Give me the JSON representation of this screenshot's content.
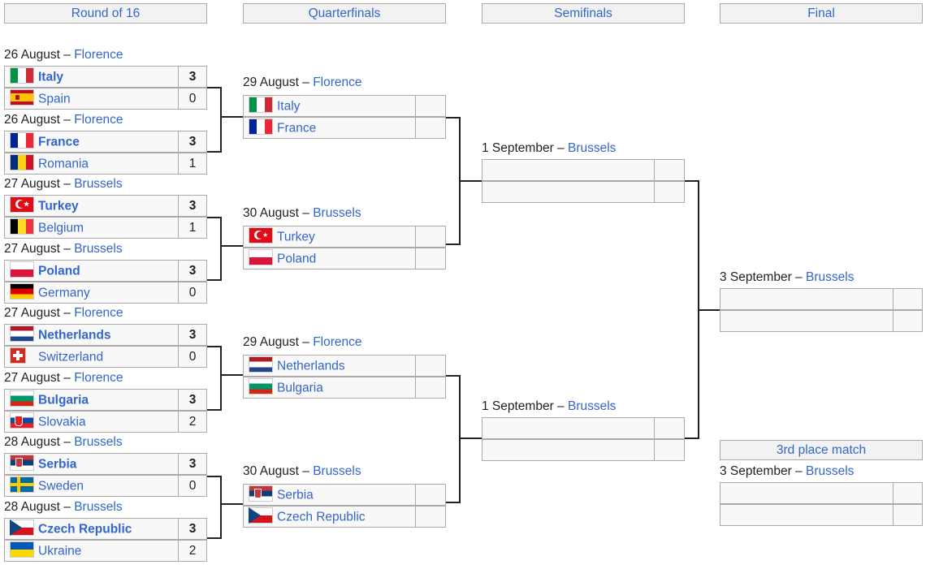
{
  "headers": [
    "Round of 16",
    "Quarterfinals",
    "Semifinals",
    "Final",
    "3rd place match"
  ],
  "round_of_16": [
    {
      "date": "26 August – ",
      "venue": "Florence",
      "teams": [
        {
          "flag": "italy-flag",
          "name": "Italy",
          "score": "3"
        },
        {
          "flag": "spain-flag",
          "name": "Spain",
          "score": "0"
        }
      ]
    },
    {
      "date": "26 August – ",
      "venue": "Florence",
      "teams": [
        {
          "flag": "france-flag",
          "name": "France",
          "score": "3"
        },
        {
          "flag": "romania-flag",
          "name": "Romania",
          "score": "1"
        }
      ]
    },
    {
      "date": "27 August – ",
      "venue": "Brussels",
      "teams": [
        {
          "flag": "turkey-flag",
          "name": "Turkey",
          "score": "3"
        },
        {
          "flag": "belgium-flag",
          "name": "Belgium",
          "score": "1"
        }
      ]
    },
    {
      "date": "27 August – ",
      "venue": "Brussels",
      "teams": [
        {
          "flag": "poland-flag",
          "name": "Poland",
          "score": "3"
        },
        {
          "flag": "germany-flag",
          "name": "Germany",
          "score": "0"
        }
      ]
    },
    {
      "date": "27 August – ",
      "venue": "Florence",
      "teams": [
        {
          "flag": "netherlands-flag",
          "name": "Netherlands",
          "score": "3"
        },
        {
          "flag": "switzerland-flag",
          "name": "Switzerland",
          "score": "0"
        }
      ]
    },
    {
      "date": "27 August – ",
      "venue": "Florence",
      "teams": [
        {
          "flag": "bulgaria-flag",
          "name": "Bulgaria",
          "score": "3"
        },
        {
          "flag": "slovakia-flag",
          "name": "Slovakia",
          "score": "2"
        }
      ]
    },
    {
      "date": "28 August – ",
      "venue": "Brussels",
      "teams": [
        {
          "flag": "serbia-flag",
          "name": "Serbia",
          "score": "3"
        },
        {
          "flag": "sweden-flag",
          "name": "Sweden",
          "score": "0"
        }
      ]
    },
    {
      "date": "28 August – ",
      "venue": "Brussels",
      "teams": [
        {
          "flag": "czech-flag",
          "name": "Czech Republic",
          "score": "3"
        },
        {
          "flag": "ukraine-flag",
          "name": "Ukraine",
          "score": "2"
        }
      ]
    }
  ],
  "quarterfinals": [
    {
      "date": "29 August – ",
      "venue": "Florence",
      "teams": [
        {
          "flag": "italy-flag",
          "name": "Italy",
          "score": ""
        },
        {
          "flag": "france-flag",
          "name": "France",
          "score": ""
        }
      ]
    },
    {
      "date": "30 August – ",
      "venue": "Brussels",
      "teams": [
        {
          "flag": "turkey-flag",
          "name": "Turkey",
          "score": ""
        },
        {
          "flag": "poland-flag",
          "name": "Poland",
          "score": ""
        }
      ]
    },
    {
      "date": "29 August – ",
      "venue": "Florence",
      "teams": [
        {
          "flag": "netherlands-flag",
          "name": "Netherlands",
          "score": ""
        },
        {
          "flag": "bulgaria-flag",
          "name": "Bulgaria",
          "score": ""
        }
      ]
    },
    {
      "date": "30 August – ",
      "venue": "Brussels",
      "teams": [
        {
          "flag": "serbia-flag",
          "name": "Serbia",
          "score": ""
        },
        {
          "flag": "czech-flag",
          "name": "Czech Republic",
          "score": ""
        }
      ]
    }
  ],
  "semifinals": [
    {
      "date": "1 September – ",
      "venue": "Brussels",
      "teams": [
        {
          "flag": "",
          "name": "",
          "score": ""
        },
        {
          "flag": "",
          "name": "",
          "score": ""
        }
      ]
    },
    {
      "date": "1 September – ",
      "venue": "Brussels",
      "teams": [
        {
          "flag": "",
          "name": "",
          "score": ""
        },
        {
          "flag": "",
          "name": "",
          "score": ""
        }
      ]
    }
  ],
  "final": {
    "date": "3 September – ",
    "venue": "Brussels",
    "teams": [
      {
        "flag": "",
        "name": "",
        "score": ""
      },
      {
        "flag": "",
        "name": "",
        "score": ""
      }
    ]
  },
  "third_place": {
    "date": "3 September – ",
    "venue": "Brussels",
    "teams": [
      {
        "flag": "",
        "name": "",
        "score": ""
      },
      {
        "flag": "",
        "name": "",
        "score": ""
      }
    ]
  },
  "colors": {
    "link": "#3366cc",
    "cell_bg": "#f8f8f8",
    "header_bg": "#f2f2f2",
    "border": "#aaaaaa",
    "line": "#202122"
  }
}
